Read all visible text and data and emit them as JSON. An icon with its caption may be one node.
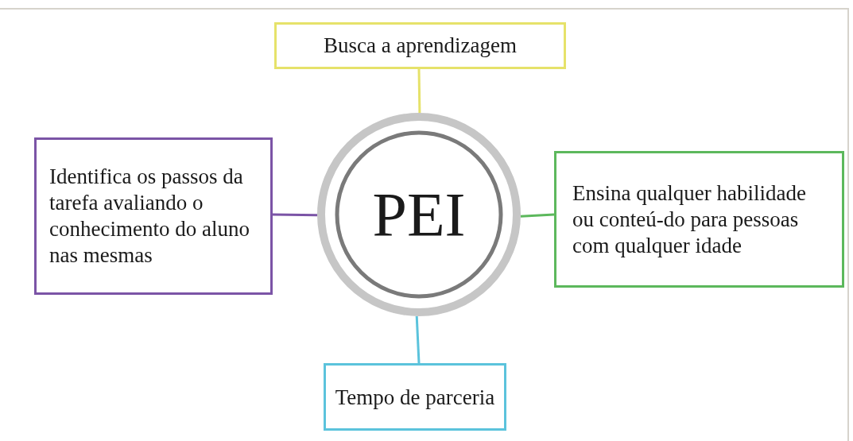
{
  "diagram": {
    "nodes": [
      {
        "text": [
          "PEI"
        ]
      },
      {
        "text": [
          "Busca a aprendizagem"
        ]
      },
      {
        "text": [
          "Identifica os passos da tarefa avaliando o conhecimento do aluno nas mesmas"
        ]
      },
      {
        "text": [
          "Ensina qualquer habilidade ou conteú-do para pessoas com qualquer idade"
        ]
      },
      {
        "text": [
          "Tempo de parceria"
        ]
      }
    ],
    "edges": [
      {
        "from": 0,
        "to": 1,
        "arrow": "none",
        "color": "#e6e26a"
      },
      {
        "from": 0,
        "to": 2,
        "arrow": "none",
        "color": "#7b54a6"
      },
      {
        "from": 0,
        "to": 3,
        "arrow": "none",
        "color": "#5cb85c"
      },
      {
        "from": 0,
        "to": 4,
        "arrow": "none",
        "color": "#5bc3dc"
      }
    ]
  }
}
